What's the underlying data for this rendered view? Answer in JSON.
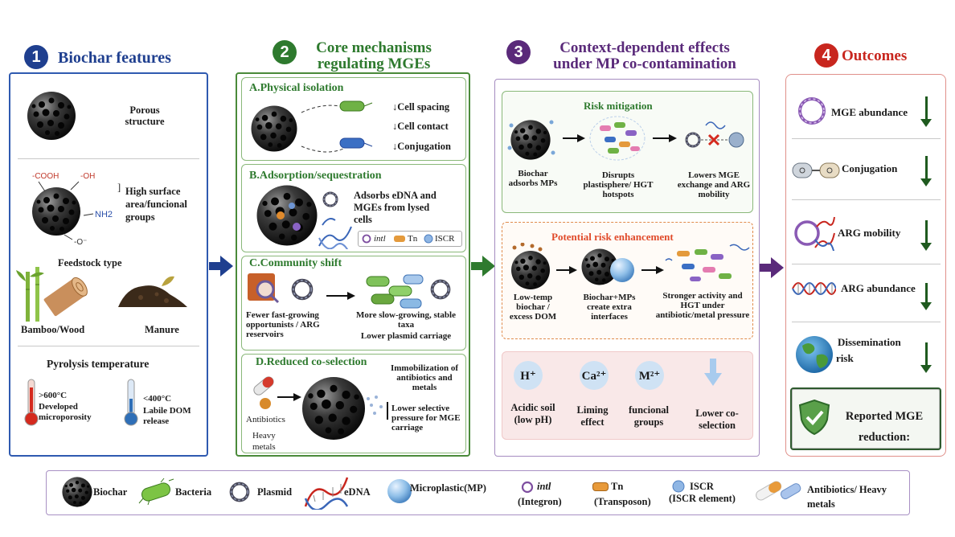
{
  "section1": {
    "number": "1",
    "title": "Biochar features",
    "porous": "Porous structure",
    "surface": "High surface area/funcional groups",
    "cooh": "-COOH",
    "oh": "-OH",
    "nh2": "NH2",
    "o_minus": "-O⁻",
    "feedstock_title": "Feedstock type",
    "bamboo": "Bamboo/Wood",
    "manure": "Manure",
    "pyrolysis_title": "Pyrolysis temperature",
    "high_temp": ">600°C",
    "high_desc": "Developed microporosity",
    "low_temp": "<400°C",
    "low_desc": "Labile DOM release"
  },
  "section2": {
    "number": "2",
    "title_line1": "Core mechanisms",
    "title_line2": "regulating MGEs",
    "a_title": "A.Physical isolation",
    "a_items": [
      "↓Cell spacing",
      "↓Cell contact",
      "↓Conjugation"
    ],
    "b_title": "B.Adsorption/sequestration",
    "b_text": "Adsorbs eDNA and MGEs from lysed cells",
    "b_legend": [
      "intl",
      "Tn",
      "ISCR"
    ],
    "c_title": "C.Community shift",
    "c_left": "Fewer fast-growing opportunists / ARG reservoirs",
    "c_right_1": "More slow-growing, stable taxa",
    "c_right_2": "Lower plasmid carriage",
    "d_title": "D.Reduced co-selection",
    "d_antibiotics": "Antibiotics",
    "d_heavy": "Heavy metals",
    "d_immob": "Immobilization of antibiotics and metals",
    "d_lower": "Lower selective pressure for MGE carriage"
  },
  "section3": {
    "number": "3",
    "title_line1": "Context-dependent effects",
    "title_line2": "under MP co-contamination",
    "mitigation_title": "Risk mitigation",
    "mit_1": "Biochar adsorbs MPs",
    "mit_2": "Disrupts plastisphere/ HGT hotspots",
    "mit_3": "Lowers MGE exchange and ARG mobility",
    "enh_title": "Potential risk enhancement",
    "enh_1": "Low-temp biochar / excess DOM",
    "enh_2": "Biochar+MPs create extra interfaces",
    "enh_3": "Stronger activity and HGT under antibiotic/metal pressure",
    "ions": [
      "H⁺",
      "Ca²⁺",
      "M²⁺"
    ],
    "ion_labels": [
      "Acidic soil (low pH)",
      "Liming effect",
      "funcional groups",
      "Lower co-selection"
    ]
  },
  "section4": {
    "number": "4",
    "title": "Outcomes",
    "items": [
      "MGE abundance",
      "Conjugation",
      "ARG mobility",
      "ARG abundance",
      "Dissemination risk"
    ],
    "reported": "Reported MGE reduction:"
  },
  "legend": {
    "biochar": "Biochar",
    "bacteria": "Bacteria",
    "plasmid": "Plasmid",
    "edna": "eDNA",
    "mp": "Microplastic(MP)",
    "intl": "intl",
    "intl_sub": "(Integron)",
    "tn": "Tn",
    "tn_sub": "(Transposon)",
    "iscr": "ISCR",
    "iscr_sub": "(ISCR element)",
    "anti": "Antibiotics/ Heavy metals"
  },
  "colors": {
    "blue": "#1f3f8f",
    "green": "#2e7a2e",
    "purple": "#5a2a7a",
    "red": "#c8261e"
  }
}
